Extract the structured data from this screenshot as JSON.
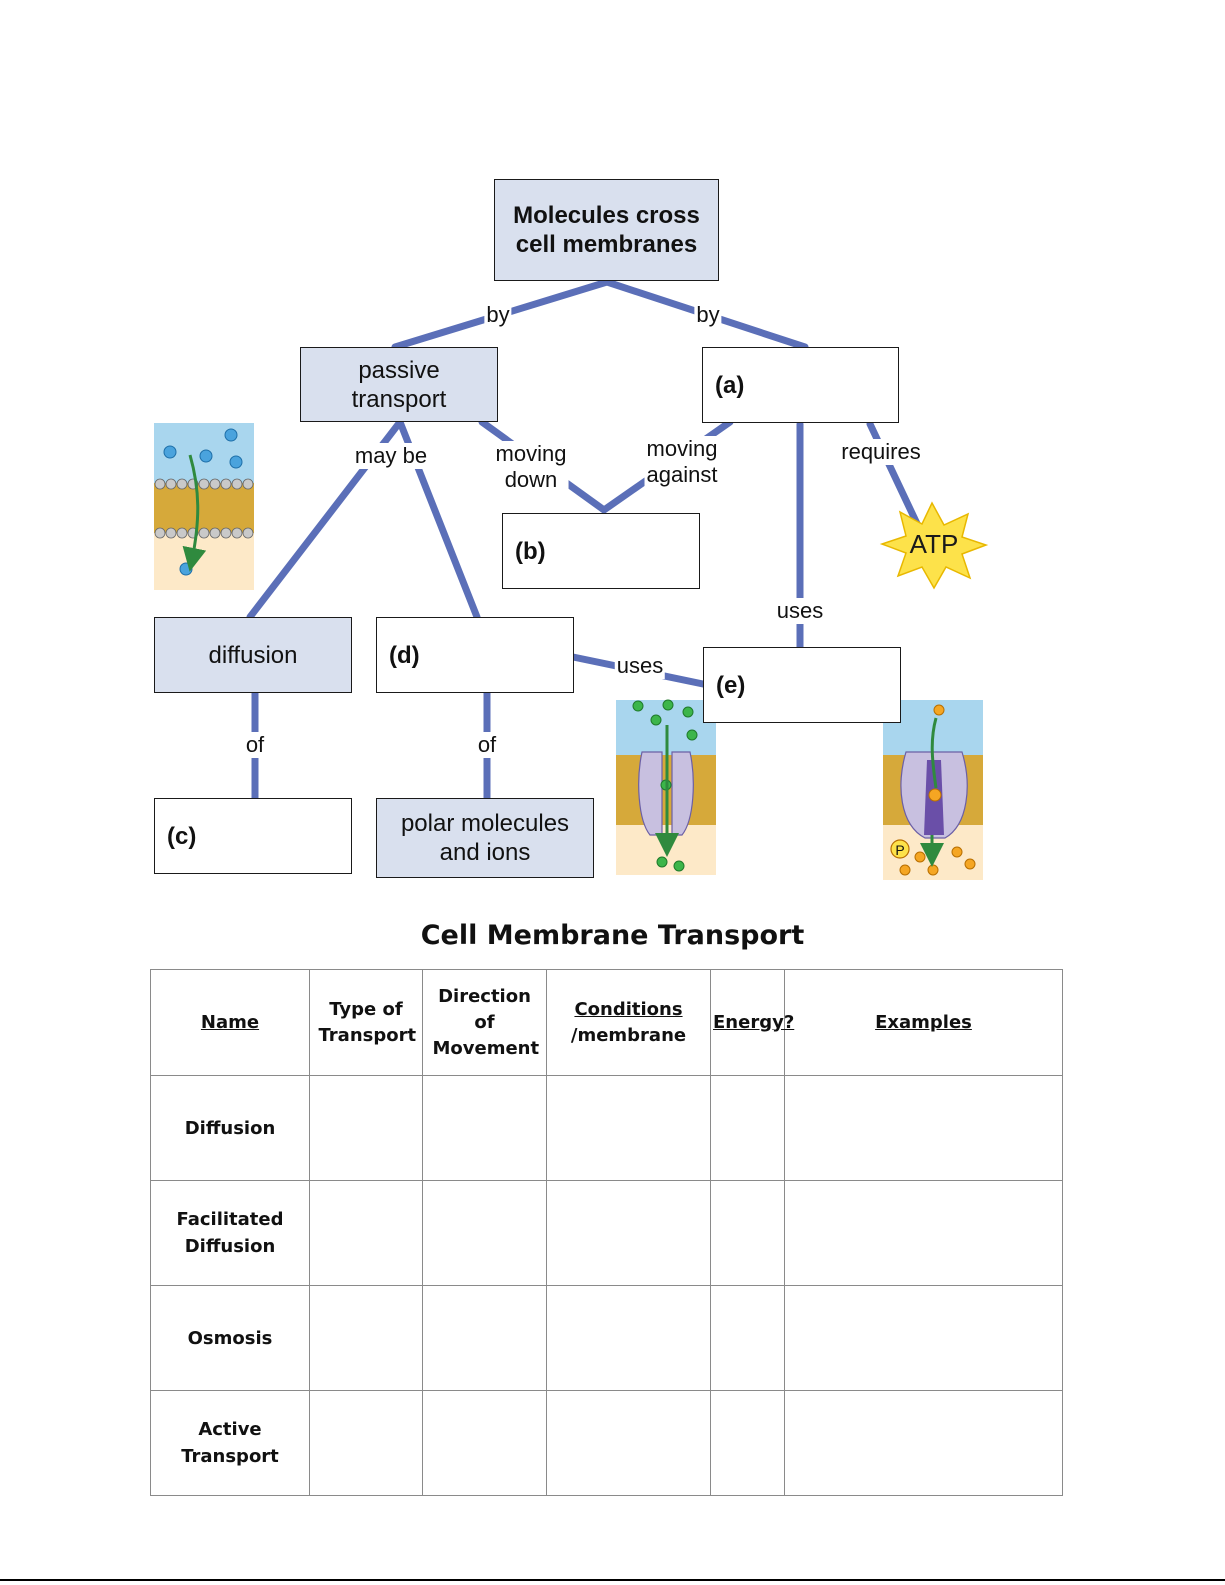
{
  "diagram": {
    "nodes": {
      "root": "Molecules cross\ncell membranes",
      "passive": "passive\ntransport",
      "a": "(a)",
      "b": "(b)",
      "diffusion": "diffusion",
      "d": "(d)",
      "e": "(e)",
      "c": "(c)",
      "polar": "polar molecules\nand ions"
    },
    "links": {
      "by_left": "by",
      "by_right": "by",
      "may_be": "may be",
      "moving_down": "moving\ndown",
      "moving_against": "moving\nagainst",
      "requires": "requires",
      "uses_right": "uses",
      "uses_middle": "uses",
      "of_left": "of",
      "of_right": "of"
    },
    "atp": "ATP",
    "phosphate": "P",
    "colors": {
      "connector": "#5b6fb8",
      "shaded_box": "#d9e0ee",
      "atp_burst": "#fde24a",
      "membrane_tail": "#d6a93a",
      "water": "#a9d6ee",
      "protein": "#c8c0e0",
      "arrow": "#2f8a3e"
    }
  },
  "table": {
    "title": "Cell Membrane Transport",
    "headers": [
      "Name",
      "Type of Transport",
      "Direction of Movement",
      "Conditions",
      "/membrane",
      "Energy?",
      "Examples"
    ],
    "rows": [
      "Diffusion",
      "Facilitated\nDiffusion",
      "Osmosis",
      "Active\nTransport"
    ]
  }
}
